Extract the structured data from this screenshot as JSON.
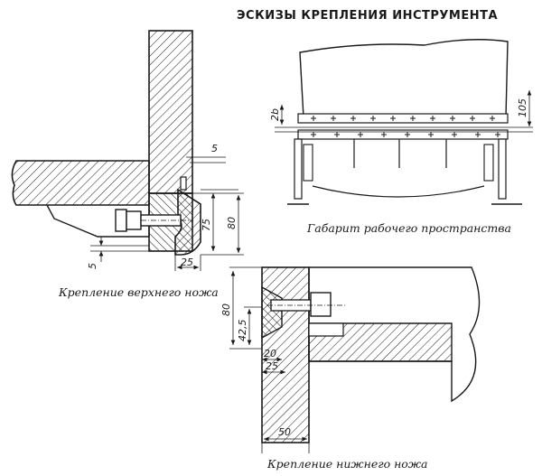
{
  "title": "ЭСКИЗЫ КРЕПЛЕНИЯ ИНСТРУМЕНТА",
  "captions": {
    "upper_knife": "Крепление верхнего ножа",
    "workspace": "Габарит рабочего пространства",
    "lower_knife": "Крепление нижнего ножа"
  },
  "dimensions": {
    "upper": {
      "gap_top": "5",
      "height_75": "75",
      "height_80": "80",
      "gap_bottom": "5",
      "width_25": "25"
    },
    "workspace": {
      "left_2b": "2b",
      "right_105": "105"
    },
    "lower": {
      "height_80": "80",
      "height_42_5": "42,5",
      "width_20": "20",
      "width_25": "25",
      "width_50": "50"
    }
  }
}
